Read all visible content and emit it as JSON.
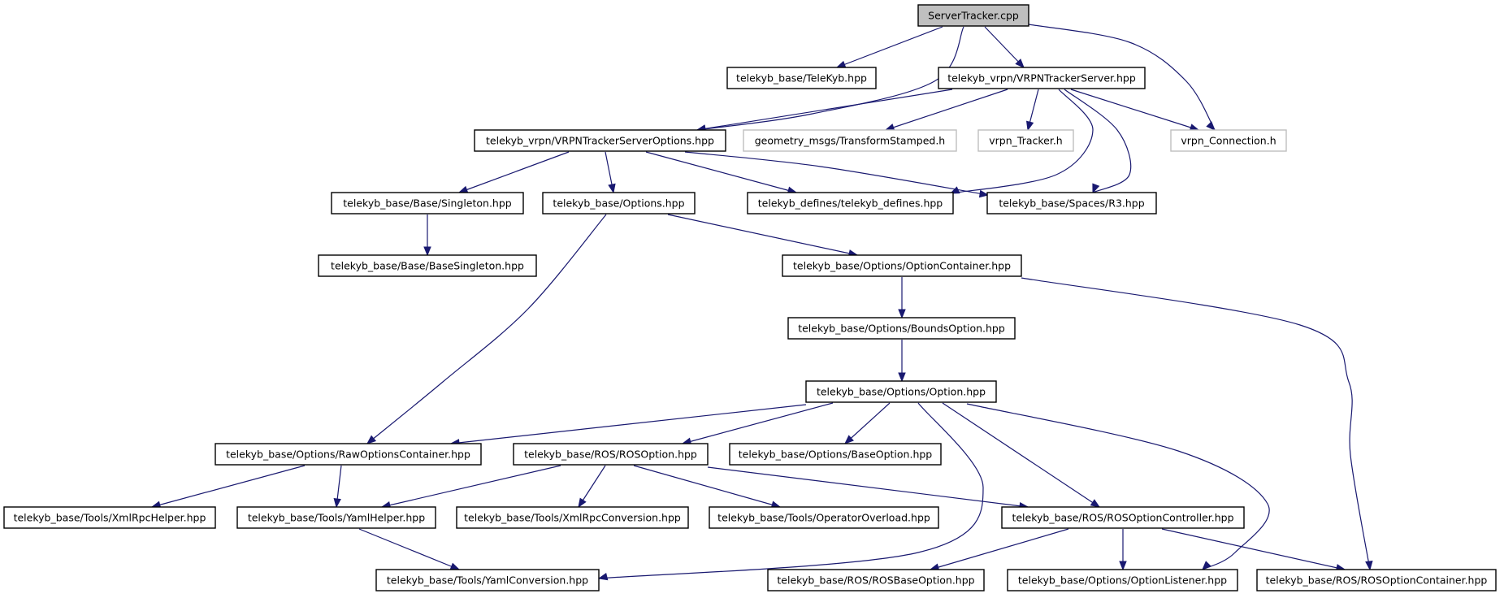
{
  "diagram": {
    "nodes": [
      {
        "id": "server_tracker_cpp",
        "label": "ServerTracker.cpp",
        "kind": "root"
      },
      {
        "id": "telekyb_hpp",
        "label": "telekyb_base/TeleKyb.hpp",
        "kind": "file"
      },
      {
        "id": "vrpn_tracker_server_hpp",
        "label": "telekyb_vrpn/VRPNTrackerServer.hpp",
        "kind": "file"
      },
      {
        "id": "vrpn_tracker_server_options_hpp",
        "label": "telekyb_vrpn/VRPNTrackerServerOptions.hpp",
        "kind": "file"
      },
      {
        "id": "transform_stamped_h",
        "label": "geometry_msgs/TransformStamped.h",
        "kind": "external"
      },
      {
        "id": "vrpn_tracker_h",
        "label": "vrpn_Tracker.h",
        "kind": "external"
      },
      {
        "id": "vrpn_connection_h",
        "label": "vrpn_Connection.h",
        "kind": "external"
      },
      {
        "id": "singleton_hpp",
        "label": "telekyb_base/Base/Singleton.hpp",
        "kind": "file"
      },
      {
        "id": "options_hpp",
        "label": "telekyb_base/Options.hpp",
        "kind": "file"
      },
      {
        "id": "telekyb_defines_hpp",
        "label": "telekyb_defines/telekyb_defines.hpp",
        "kind": "file"
      },
      {
        "id": "r3_hpp",
        "label": "telekyb_base/Spaces/R3.hpp",
        "kind": "file"
      },
      {
        "id": "base_singleton_hpp",
        "label": "telekyb_base/Base/BaseSingleton.hpp",
        "kind": "file"
      },
      {
        "id": "option_container_hpp",
        "label": "telekyb_base/Options/OptionContainer.hpp",
        "kind": "file"
      },
      {
        "id": "bounds_option_hpp",
        "label": "telekyb_base/Options/BoundsOption.hpp",
        "kind": "file"
      },
      {
        "id": "option_hpp",
        "label": "telekyb_base/Options/Option.hpp",
        "kind": "file"
      },
      {
        "id": "raw_options_container_hpp",
        "label": "telekyb_base/Options/RawOptionsContainer.hpp",
        "kind": "file"
      },
      {
        "id": "ros_option_hpp",
        "label": "telekyb_base/ROS/ROSOption.hpp",
        "kind": "file"
      },
      {
        "id": "base_option_hpp",
        "label": "telekyb_base/Options/BaseOption.hpp",
        "kind": "file"
      },
      {
        "id": "xml_rpc_helper_hpp",
        "label": "telekyb_base/Tools/XmlRpcHelper.hpp",
        "kind": "file"
      },
      {
        "id": "yaml_helper_hpp",
        "label": "telekyb_base/Tools/YamlHelper.hpp",
        "kind": "file"
      },
      {
        "id": "xml_rpc_conversion_hpp",
        "label": "telekyb_base/Tools/XmlRpcConversion.hpp",
        "kind": "file"
      },
      {
        "id": "operator_overload_hpp",
        "label": "telekyb_base/Tools/OperatorOverload.hpp",
        "kind": "file"
      },
      {
        "id": "ros_option_controller_hpp",
        "label": "telekyb_base/ROS/ROSOptionController.hpp",
        "kind": "file"
      },
      {
        "id": "yaml_conversion_hpp",
        "label": "telekyb_base/Tools/YamlConversion.hpp",
        "kind": "file"
      },
      {
        "id": "ros_base_option_hpp",
        "label": "telekyb_base/ROS/ROSBaseOption.hpp",
        "kind": "file"
      },
      {
        "id": "option_listener_hpp",
        "label": "telekyb_base/Options/OptionListener.hpp",
        "kind": "file"
      },
      {
        "id": "ros_option_container_hpp",
        "label": "telekyb_base/ROS/ROSOptionContainer.hpp",
        "kind": "file"
      }
    ],
    "edges": [
      {
        "from": "server_tracker_cpp",
        "to": "telekyb_hpp"
      },
      {
        "from": "server_tracker_cpp",
        "to": "vrpn_tracker_server_hpp"
      },
      {
        "from": "server_tracker_cpp",
        "to": "vrpn_tracker_server_options_hpp"
      },
      {
        "from": "server_tracker_cpp",
        "to": "vrpn_connection_h"
      },
      {
        "from": "vrpn_tracker_server_hpp",
        "to": "vrpn_tracker_server_options_hpp"
      },
      {
        "from": "vrpn_tracker_server_hpp",
        "to": "transform_stamped_h"
      },
      {
        "from": "vrpn_tracker_server_hpp",
        "to": "vrpn_tracker_h"
      },
      {
        "from": "vrpn_tracker_server_hpp",
        "to": "vrpn_connection_h"
      },
      {
        "from": "vrpn_tracker_server_hpp",
        "to": "telekyb_defines_hpp"
      },
      {
        "from": "vrpn_tracker_server_hpp",
        "to": "r3_hpp"
      },
      {
        "from": "vrpn_tracker_server_options_hpp",
        "to": "singleton_hpp"
      },
      {
        "from": "vrpn_tracker_server_options_hpp",
        "to": "options_hpp"
      },
      {
        "from": "vrpn_tracker_server_options_hpp",
        "to": "telekyb_defines_hpp"
      },
      {
        "from": "vrpn_tracker_server_options_hpp",
        "to": "r3_hpp"
      },
      {
        "from": "singleton_hpp",
        "to": "base_singleton_hpp"
      },
      {
        "from": "options_hpp",
        "to": "option_container_hpp"
      },
      {
        "from": "options_hpp",
        "to": "raw_options_container_hpp"
      },
      {
        "from": "option_container_hpp",
        "to": "bounds_option_hpp"
      },
      {
        "from": "option_container_hpp",
        "to": "ros_option_container_hpp"
      },
      {
        "from": "bounds_option_hpp",
        "to": "option_hpp"
      },
      {
        "from": "option_hpp",
        "to": "raw_options_container_hpp"
      },
      {
        "from": "option_hpp",
        "to": "ros_option_hpp"
      },
      {
        "from": "option_hpp",
        "to": "base_option_hpp"
      },
      {
        "from": "option_hpp",
        "to": "ros_option_controller_hpp"
      },
      {
        "from": "option_hpp",
        "to": "option_listener_hpp"
      },
      {
        "from": "option_hpp",
        "to": "yaml_conversion_hpp"
      },
      {
        "from": "raw_options_container_hpp",
        "to": "xml_rpc_helper_hpp"
      },
      {
        "from": "raw_options_container_hpp",
        "to": "yaml_helper_hpp"
      },
      {
        "from": "ros_option_hpp",
        "to": "yaml_helper_hpp"
      },
      {
        "from": "ros_option_hpp",
        "to": "xml_rpc_conversion_hpp"
      },
      {
        "from": "ros_option_hpp",
        "to": "operator_overload_hpp"
      },
      {
        "from": "ros_option_hpp",
        "to": "ros_option_controller_hpp"
      },
      {
        "from": "yaml_helper_hpp",
        "to": "yaml_conversion_hpp"
      },
      {
        "from": "ros_option_controller_hpp",
        "to": "ros_base_option_hpp"
      },
      {
        "from": "ros_option_controller_hpp",
        "to": "option_listener_hpp"
      },
      {
        "from": "ros_option_controller_hpp",
        "to": "ros_option_container_hpp"
      }
    ],
    "colors": {
      "edge": "#191970",
      "root_fill": "#bfbfbf",
      "external_border": "#bfbfbf",
      "node_border": "#000000"
    }
  }
}
